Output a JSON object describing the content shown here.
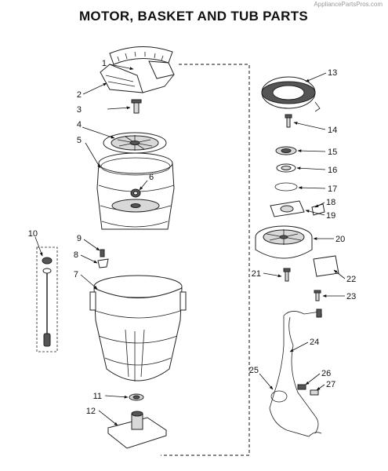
{
  "watermark": "AppliancePartsPros.com",
  "title": "MOTOR, BASKET AND TUB PARTS",
  "callouts": [
    "1",
    "2",
    "3",
    "4",
    "5",
    "6",
    "7",
    "8",
    "9",
    "10",
    "11",
    "12",
    "13",
    "14",
    "15",
    "16",
    "17",
    "18",
    "19",
    "20",
    "21",
    "22",
    "23",
    "24",
    "25",
    "26",
    "27"
  ]
}
